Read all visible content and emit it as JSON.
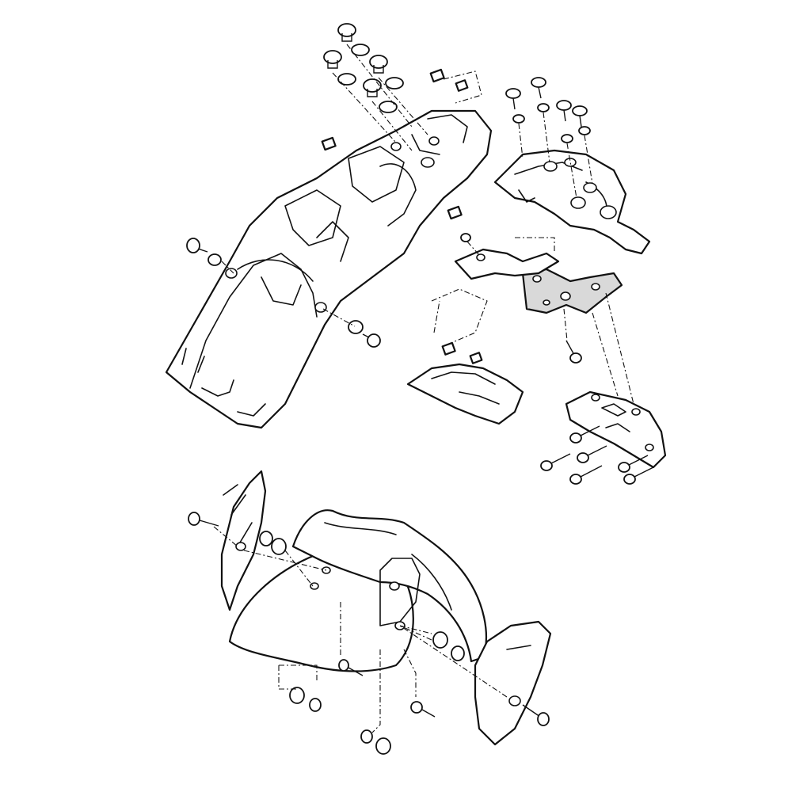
{
  "diagram": {
    "type": "exploded-parts-diagram",
    "assemblies": [
      {
        "id": "rear-inner-fender"
      },
      {
        "id": "tail-bracket"
      },
      {
        "id": "license-plate-bracket"
      },
      {
        "id": "front-fender"
      }
    ]
  },
  "colors": {
    "line": "#111111",
    "background": "#ffffff",
    "shaded_part": "#d9d9d9"
  }
}
